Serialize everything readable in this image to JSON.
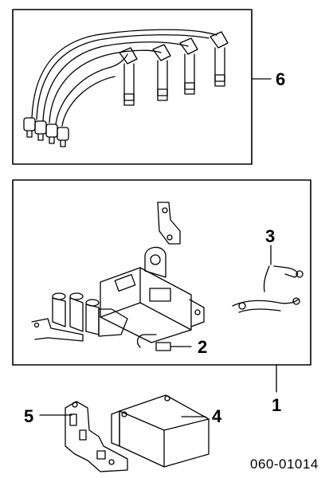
{
  "callouts": {
    "ignition_wire_set": "6",
    "ignition_coil_assembly": "1",
    "ground_wire": "3",
    "clip": "2",
    "bracket": "5",
    "control_module": "4"
  },
  "diagram_code": "060-01014",
  "colors": {
    "line": "#000000",
    "background": "#ffffff"
  }
}
